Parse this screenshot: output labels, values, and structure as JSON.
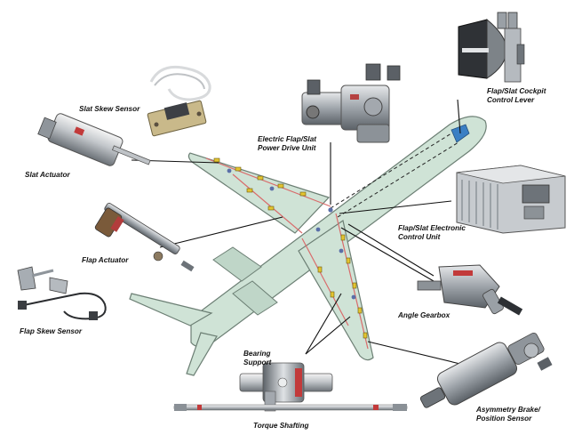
{
  "labels": {
    "slat_skew_sensor": "Slat Skew Sensor",
    "electric_pdu": [
      "Electric Flap/Slat",
      "Power Drive Unit"
    ],
    "cockpit_lever": [
      "Flap/Slat Cockpit",
      "Control Lever"
    ],
    "slat_actuator": "Slat Actuator",
    "electronic_control_unit": [
      "Flap/Slat Electronic",
      "Control Unit"
    ],
    "flap_actuator": "Flap Actuator",
    "flap_skew_sensor": "Flap Skew Sensor",
    "angle_gearbox": "Angle Gearbox",
    "bearing_support": [
      "Bearing",
      "Support"
    ],
    "torque_shafting": "Torque Shafting",
    "asymmetry_brake": [
      "Asymmetry Brake/",
      "Position Sensor"
    ]
  },
  "colors": {
    "airframe_fill": "#cfe3d6",
    "airframe_stroke": "#6c7f74",
    "cockpit_blue": "#3a7fc4",
    "torque_line": "#d96b6b",
    "leader_line": "#111111",
    "component_metal": "#9aa0a6",
    "component_dark": "#3c3f44"
  }
}
